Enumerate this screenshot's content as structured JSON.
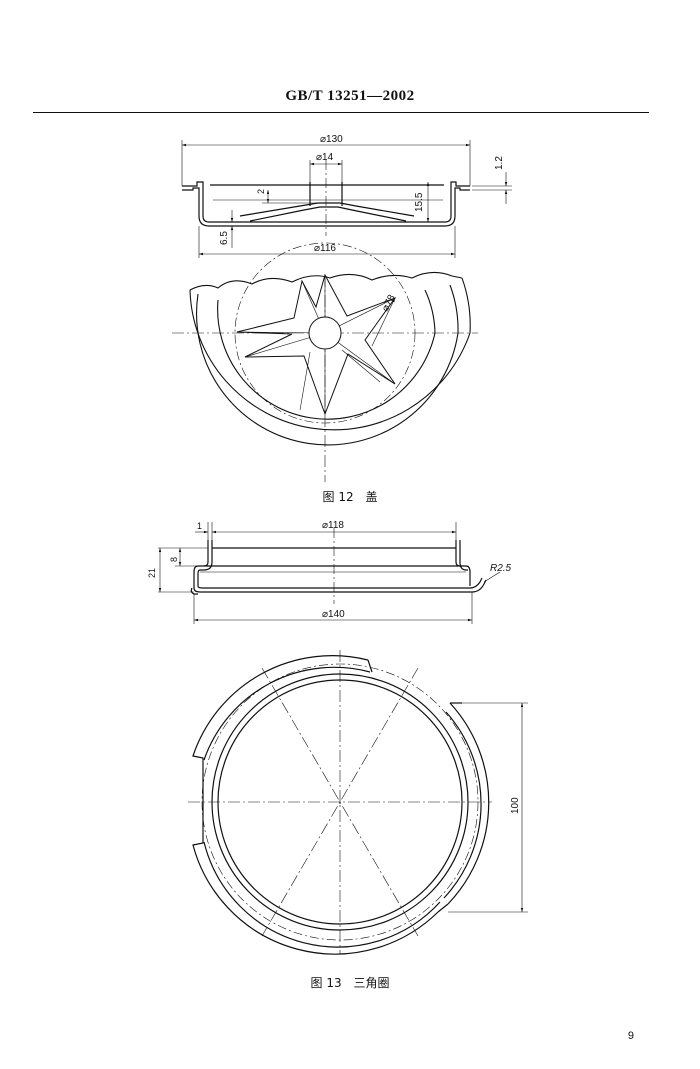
{
  "header": {
    "standard_code": "GB/T 13251—2002"
  },
  "figure12": {
    "number": "图 12",
    "title": "盖",
    "dims": {
      "outer_diameter": "130",
      "center_diameter": "14",
      "base_diameter": "116",
      "rim_thickness": "1.2",
      "depth": "15.5",
      "step": "2",
      "bottom_height": "6.5",
      "star_radius": "78"
    }
  },
  "figure13": {
    "number": "图 13",
    "title": "三角圈",
    "dims": {
      "top_diameter": "118",
      "bottom_diameter": "140",
      "lip": "1",
      "inner_height": "8",
      "total_height": "21",
      "fillet_radius": "R2.5",
      "chord_length": "100"
    }
  },
  "page_number": "9"
}
